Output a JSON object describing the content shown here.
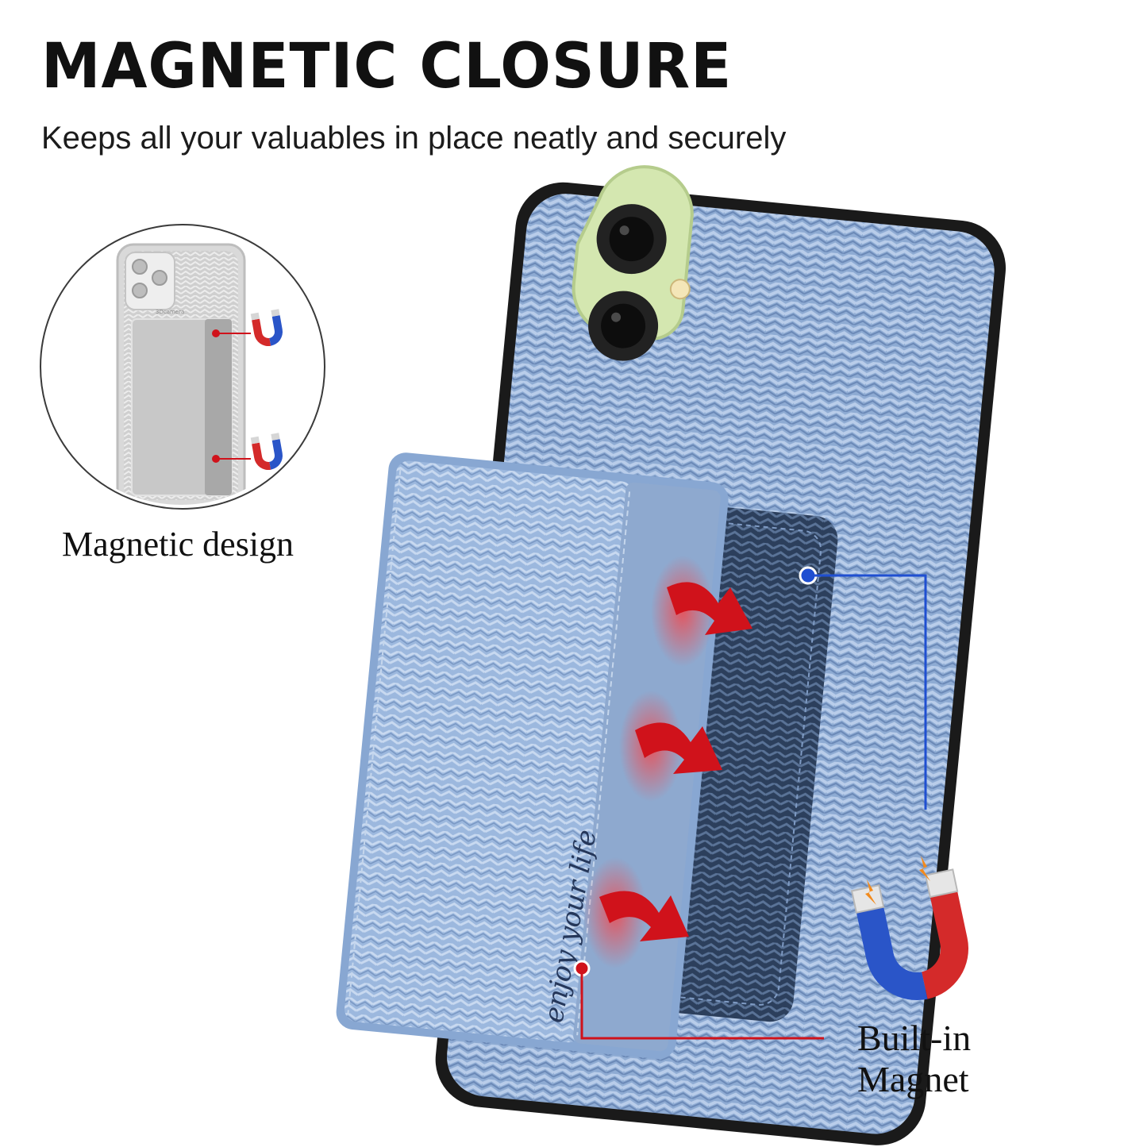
{
  "header": {
    "title": "MAGNETIC CLOSURE",
    "subtitle": "Keeps all your valuables in place neatly and securely"
  },
  "inset": {
    "caption": "Magnetic design",
    "phone_label": "3Dcamera"
  },
  "product": {
    "card_text": "enjoy your life"
  },
  "callout": {
    "line1": "Built-in",
    "line2": "Magnet"
  },
  "colors": {
    "case_blue": "#8eabd3",
    "bumper_black": "#1a1a1a",
    "arrow_red": "#d0121b",
    "callout_blue": "#1f4fd1",
    "callout_red": "#d0121b",
    "magnet_red": "#d42a2a",
    "magnet_blue": "#2a55c8"
  },
  "icons": [
    "horseshoe-magnet-icon",
    "spark-icon",
    "curved-arrow-icon"
  ]
}
